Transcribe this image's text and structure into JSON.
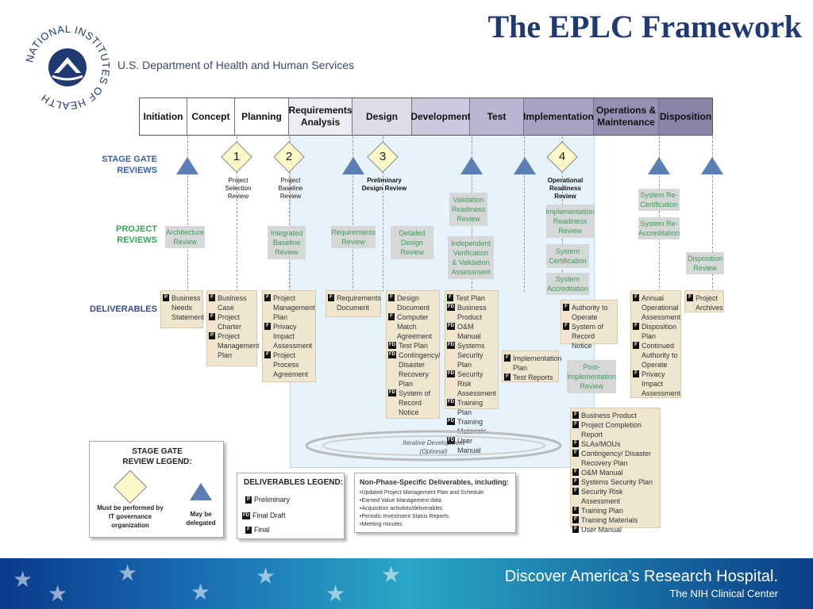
{
  "title": "The EPLC Framework",
  "org": {
    "logo_text": "NATIONAL INSTITUTES OF HEALTH",
    "department": "U.S. Department of Health and Human Services"
  },
  "phases": [
    {
      "label": "Initiation",
      "w": 60,
      "bg": "#ffffff"
    },
    {
      "label": "Concept",
      "w": 60,
      "bg": "#ffffff"
    },
    {
      "label": "Planning",
      "w": 68,
      "bg": "#ffffff"
    },
    {
      "label": "Requirements Analysis",
      "w": 80,
      "bg": "#ececf3"
    },
    {
      "label": "Design",
      "w": 75,
      "bg": "#dcdde8"
    },
    {
      "label": "Development",
      "w": 73,
      "bg": "#cbc9de"
    },
    {
      "label": "Test",
      "w": 68,
      "bg": "#b9b4cf"
    },
    {
      "label": "Implementation",
      "w": 88,
      "bg": "#a9a3c3"
    },
    {
      "label": "Operations & Maintenance",
      "w": 82,
      "bg": "#9890b4"
    },
    {
      "label": "Disposition",
      "w": 67,
      "bg": "#8a82a8"
    }
  ],
  "row_labels": {
    "stage_gate": "STAGE GATE REVIEWS",
    "project_reviews": "PROJECT REVIEWS",
    "deliverables": "DELIVERABLES"
  },
  "gates": [
    {
      "num": "1",
      "caption": "Project Selection Review",
      "bold": false
    },
    {
      "num": "2",
      "caption": "Project Baseline Review",
      "bold": false
    },
    {
      "num": "3",
      "caption": "Preliminary Design Review",
      "bold": true
    },
    {
      "num": "4",
      "caption": "Operational Readiness Review",
      "bold": true
    }
  ],
  "project_reviews": [
    "Architecture Review",
    "Integrated Baseline Review",
    "Requirements Review",
    "Detailed Design Review",
    "Validation Readiness Review",
    "Independent Verification & Validation Assessment",
    "Implementation Readiness Review",
    "System Certification",
    "System Accreditation",
    "Post-Implementation Review",
    "System Re-Certification",
    "System Re-Accreditation",
    "Disposition Review"
  ],
  "deliverables": {
    "initiation": [
      {
        "b": "P",
        "t": "Business Needs Statement"
      }
    ],
    "concept": [
      {
        "b": "F",
        "t": "Business Case"
      },
      {
        "b": "F",
        "t": "Project Charter"
      },
      {
        "b": "P",
        "t": "Project Management Plan"
      }
    ],
    "planning": [
      {
        "b": "F",
        "t": "Project Management Plan"
      },
      {
        "b": "F",
        "t": "Privacy Impact Assessment"
      },
      {
        "b": "F",
        "t": "Project Process Agreement"
      }
    ],
    "requirements": [
      {
        "b": "F",
        "t": "Requirements Document"
      }
    ],
    "design": [
      {
        "b": "F",
        "t": "Design Document"
      },
      {
        "b": "F",
        "t": "Computer Match Agreement"
      },
      {
        "b": "FD",
        "t": "Test Plan"
      },
      {
        "b": "FD",
        "t": "Contingency/ Disaster Recovery Plan"
      },
      {
        "b": "FD",
        "t": "System of Record Notice"
      }
    ],
    "development": [
      {
        "b": "F",
        "t": "Test Plan"
      },
      {
        "b": "FD",
        "t": "Business Product"
      },
      {
        "b": "FD",
        "t": "O&M Manual"
      },
      {
        "b": "FD",
        "t": "Systems Security Plan"
      },
      {
        "b": "FD",
        "t": "Security Risk Assessment"
      },
      {
        "b": "FD",
        "t": "Training Plan"
      },
      {
        "b": "FD",
        "t": "Training Materials"
      },
      {
        "b": "FD",
        "t": "User Manual"
      }
    ],
    "test": [
      {
        "b": "F",
        "t": "Implementation Plan"
      },
      {
        "b": "F",
        "t": "Test Reports"
      }
    ],
    "implementation": [
      {
        "b": "F",
        "t": "Authority to Operate"
      },
      {
        "b": "F",
        "t": "System of Record Notice"
      }
    ],
    "implementation_final": [
      {
        "b": "F",
        "t": "Business Product"
      },
      {
        "b": "F",
        "t": "Project Completion Report"
      },
      {
        "b": "F",
        "t": "SLAs/MOUs"
      },
      {
        "b": "F",
        "t": "Contingency/ Disaster Recovery Plan"
      },
      {
        "b": "F",
        "t": "O&M Manual"
      },
      {
        "b": "F",
        "t": "Systems Security Plan"
      },
      {
        "b": "F",
        "t": "Security Risk Assessment"
      },
      {
        "b": "F",
        "t": "Training Plan"
      },
      {
        "b": "F",
        "t": "Training Materials"
      },
      {
        "b": "F",
        "t": "User Manual"
      }
    ],
    "operations": [
      {
        "b": "F",
        "t": "Annual Operational Assessment"
      },
      {
        "b": "F",
        "t": "Disposition Plan"
      },
      {
        "b": "F",
        "t": "Continued Authority to Operate"
      },
      {
        "b": "F",
        "t": "Privacy Impact Assessment"
      }
    ],
    "disposition": [
      {
        "b": "F",
        "t": "Project Archives"
      }
    ]
  },
  "iterative": {
    "line1": "Iterative Development",
    "line2": "(Optional)"
  },
  "stage_gate_legend": {
    "title": "STAGE GATE REVIEW LEGEND:",
    "diamond": "Must be performed by IT governance organization",
    "triangle": "May be delegated"
  },
  "deliverables_legend": {
    "title": "DELIVERABLES LEGEND:",
    "items": [
      {
        "b": "P",
        "t": "Preliminary"
      },
      {
        "b": "FD",
        "t": "Final Draft"
      },
      {
        "b": "F",
        "t": "Final"
      }
    ]
  },
  "non_phase": {
    "title": "Non-Phase-Specific Deliverables, including:",
    "items": [
      "•Updated Project Management Plan and Schedule",
      "•Earned Value Management data",
      "•Acquisition activities/deliverables",
      "•Periodic Investment Status Reports",
      "•Meeting minutes"
    ]
  },
  "footer": {
    "tagline": "Discover America’s Research Hospital.",
    "sub": "The NIH Clinical Center"
  },
  "colors": {
    "title": "#1f3a73",
    "triangle": "#5b7fb5",
    "diamond": "#fdf8c8",
    "review_text": "#3e9a59",
    "deliverable_bg": "#f0e6d0",
    "band": "#e7f3fc"
  }
}
